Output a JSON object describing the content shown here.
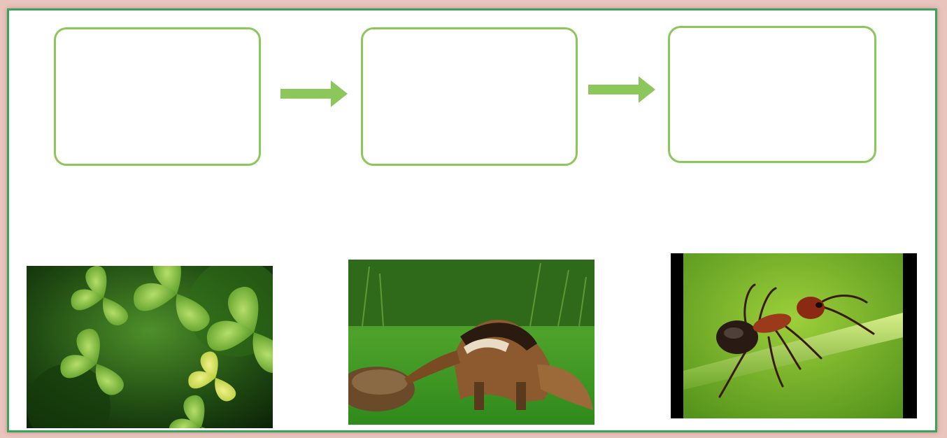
{
  "colors": {
    "frame_border": "#3aa35a",
    "box_border": "#8cc75c",
    "arrow": "#8cc75c",
    "background": "#ffffff"
  },
  "food_chain": {
    "boxes": [
      {
        "content": ""
      },
      {
        "content": ""
      },
      {
        "content": ""
      }
    ],
    "arrow_icon": "right-arrow-icon"
  },
  "photos": [
    {
      "subject": "clover",
      "icon": "clover-leaves-image"
    },
    {
      "subject": "anteater",
      "icon": "anteater-image"
    },
    {
      "subject": "ant",
      "icon": "ant-image"
    }
  ]
}
